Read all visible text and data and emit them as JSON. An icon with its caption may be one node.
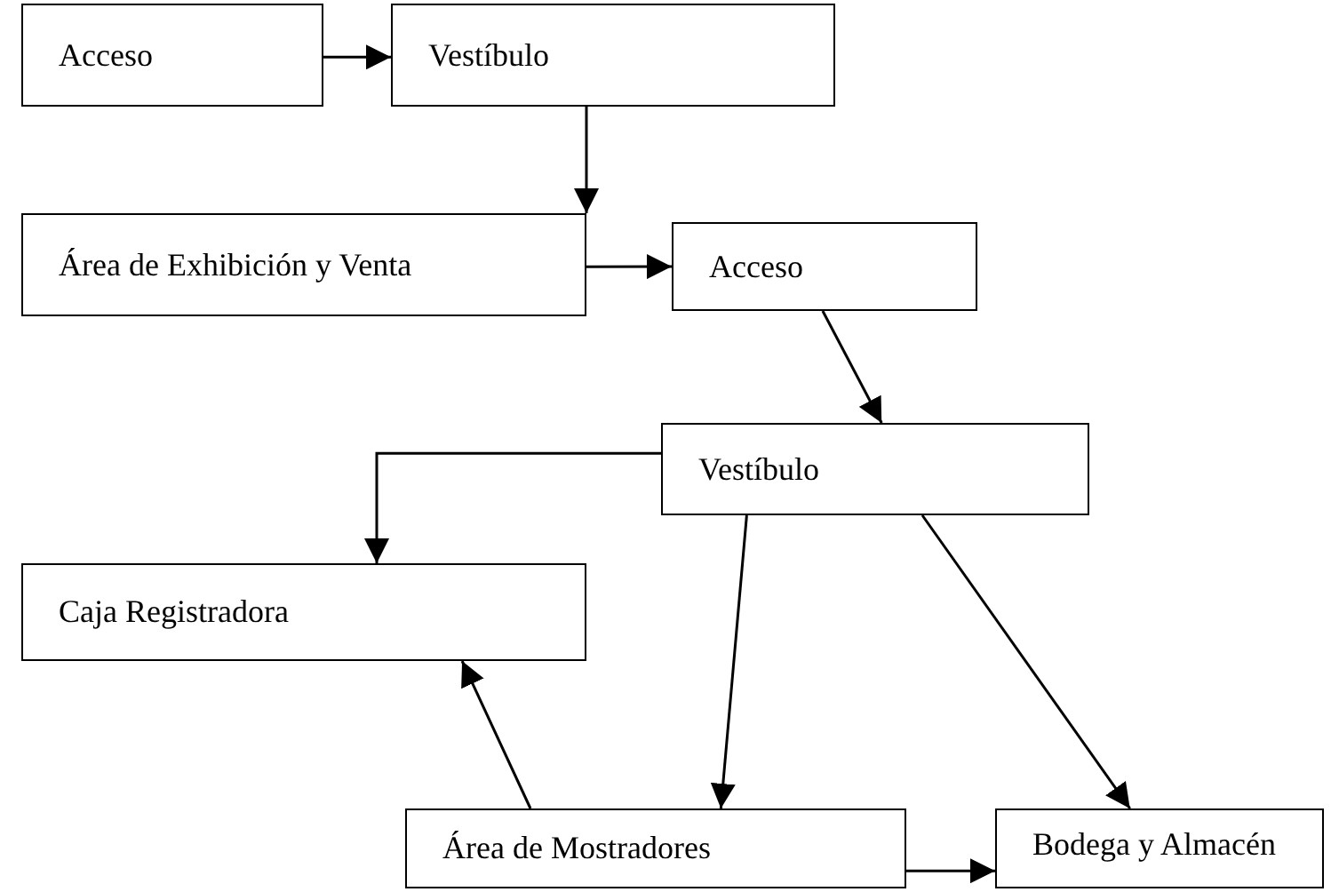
{
  "diagram": {
    "nodes": [
      {
        "text": [
          "Acceso"
        ]
      },
      {
        "text": [
          "Vestíbulo"
        ]
      },
      {
        "text": [
          "Área de Exhibición y Venta"
        ]
      },
      {
        "text": [
          "Acceso"
        ]
      },
      {
        "text": [
          "Vestíbulo"
        ]
      },
      {
        "text": [
          "Caja Registradora"
        ]
      },
      {
        "text": [
          "Área de Mostradores"
        ]
      },
      {
        "text": [
          "Bodega y Almacén"
        ]
      }
    ],
    "edges": [
      {
        "from": 0,
        "to": 1,
        "arrow": "to"
      },
      {
        "from": 1,
        "to": 2,
        "arrow": "to"
      },
      {
        "from": 2,
        "to": 3,
        "arrow": "to"
      },
      {
        "from": 3,
        "to": 4,
        "arrow": "to"
      },
      {
        "from": 4,
        "to": 5,
        "arrow": "to"
      },
      {
        "from": 4,
        "to": 6,
        "arrow": "to"
      },
      {
        "from": 4,
        "to": 7,
        "arrow": "to"
      },
      {
        "from": 6,
        "to": 5,
        "arrow": "to"
      },
      {
        "from": 6,
        "to": 7,
        "arrow": "to"
      }
    ]
  }
}
